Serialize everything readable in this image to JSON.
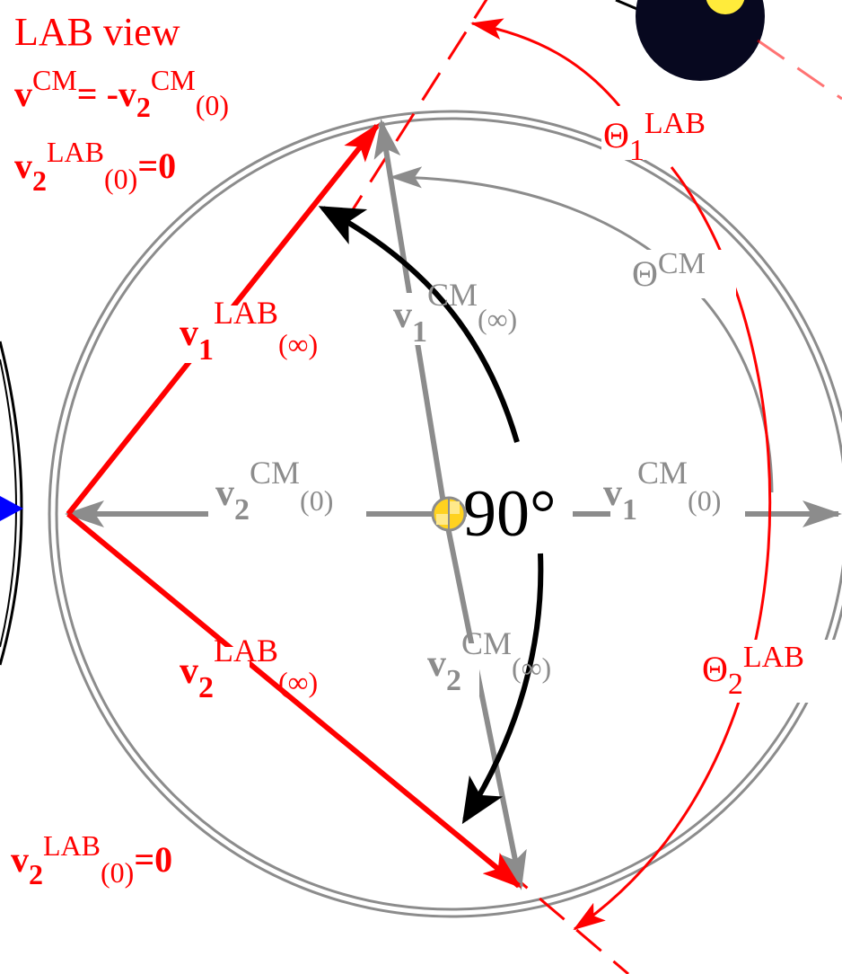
{
  "colors": {
    "lab": "#ff0000",
    "cm": "#8c8c8c",
    "rotation": "#000000",
    "cm_marker_fill": "#ffd21f",
    "particle_dark": "#07081f",
    "particle_yellow": "#ffeb3b",
    "blue_arrow": "#0000ff",
    "background": "#ffffff"
  },
  "header": {
    "title": "LAB view",
    "eq1": {
      "v": "v",
      "sup": "CM",
      "eq": "= -",
      "v2": "v",
      "sub2": "2",
      "sup2": "CM",
      "arg": "(0)"
    },
    "eq2": {
      "v": "v",
      "sub": "2",
      "sup": "LAB",
      "arg": "(0)",
      "rhs": "=0"
    }
  },
  "footer_eq": {
    "v": "v",
    "sub": "2",
    "sup": "LAB",
    "arg": "(0)",
    "rhs": "=0"
  },
  "labels": {
    "v1_lab_inf": {
      "v": "v",
      "sub": "1",
      "sup": "LAB",
      "arg": "(∞)"
    },
    "v2_lab_inf": {
      "v": "v",
      "sub": "2",
      "sup": "LAB",
      "arg": "(∞)"
    },
    "v1_cm_inf": {
      "v": "v",
      "sub": "1",
      "sup": "CM",
      "arg": "(∞)"
    },
    "v2_cm_inf": {
      "v": "v",
      "sub": "2",
      "sup": "CM",
      "arg": "(∞)"
    },
    "v2_cm_0": {
      "v": "v",
      "sub": "2",
      "sup": "CM",
      "arg": "(0)"
    },
    "v1_cm_0": {
      "v": "v",
      "sub": "1",
      "sup": "CM",
      "arg": "(0)"
    },
    "theta_cm": {
      "t": "Θ",
      "sup": "CM"
    },
    "theta1_lab": {
      "t": "Θ",
      "sub": "1",
      "sup": "LAB"
    },
    "theta2_lab": {
      "t": "Θ",
      "sub": "2",
      "sup": "LAB"
    },
    "angle": "90°"
  }
}
